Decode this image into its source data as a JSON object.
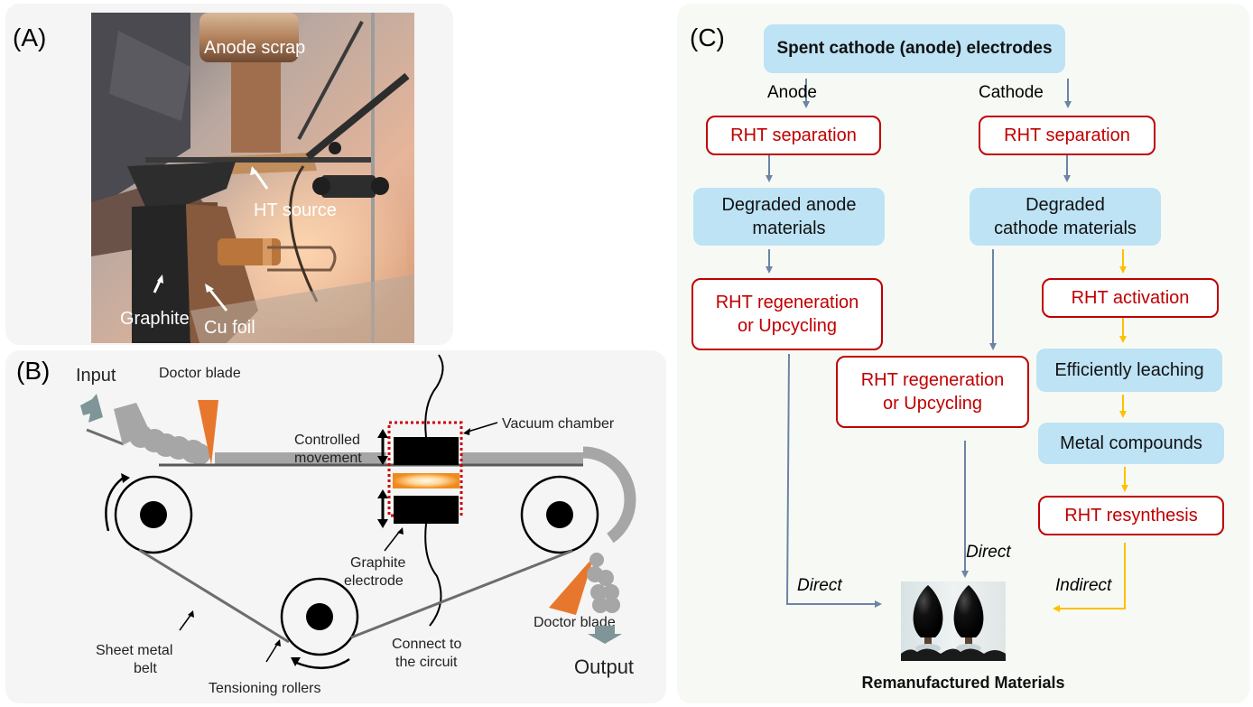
{
  "panels": {
    "a": {
      "label": "(A)",
      "photo_labels": {
        "anode_scrap": "Anode scrap",
        "ht_source": "HT source",
        "graphite": "Graphite",
        "cu_foil": "Cu foil"
      }
    },
    "b": {
      "label": "(B)",
      "labels": {
        "input": "Input",
        "doctor_blade_top": "Doctor blade",
        "controlled_movement_1": "Controlled",
        "controlled_movement_2": "movement",
        "vacuum_chamber": "Vacuum chamber",
        "graphite_electrode_1": "Graphite",
        "graphite_electrode_2": "electrode",
        "sheet_metal_belt_1": "Sheet metal",
        "sheet_metal_belt_2": "belt",
        "tensioning_rollers": "Tensioning rollers",
        "connect_circuit_1": "Connect to",
        "connect_circuit_2": "the circuit",
        "doctor_blade_bottom": "Doctor blade",
        "output": "Output"
      },
      "colors": {
        "blade": "#e8772e",
        "slurry": "#a6a6a6",
        "io_arrow": "#7f9597",
        "chamber_border": "#d00000",
        "glow": "#f5a23a"
      }
    },
    "c": {
      "label": "(C)",
      "top_box": "Spent cathode (anode) electrodes",
      "anode_label": "Anode",
      "cathode_label": "Cathode",
      "anode_branch": {
        "separation": "RHT separation",
        "degraded_1": "Degraded anode",
        "degraded_2": "materials",
        "regen_1": "RHT regeneration",
        "regen_2": "or Upcycling"
      },
      "cathode_branch": {
        "separation": "RHT separation",
        "degraded_1": "Degraded",
        "degraded_2": "cathode materials",
        "regen_1": "RHT regeneration",
        "regen_2": "or Upcycling",
        "activation": "RHT activation",
        "leaching": "Efficiently leaching",
        "metal": "Metal compounds",
        "resynthesis": "RHT resynthesis"
      },
      "path_labels": {
        "direct_left": "Direct",
        "direct_center": "Direct",
        "indirect": "Indirect"
      },
      "result": "Remanufactured Materials",
      "colors": {
        "blue_box": "#bde3f5",
        "red_border": "#c00000",
        "direct_arrow": "#6d84a6",
        "indirect_arrow": "#ffc000"
      }
    }
  }
}
